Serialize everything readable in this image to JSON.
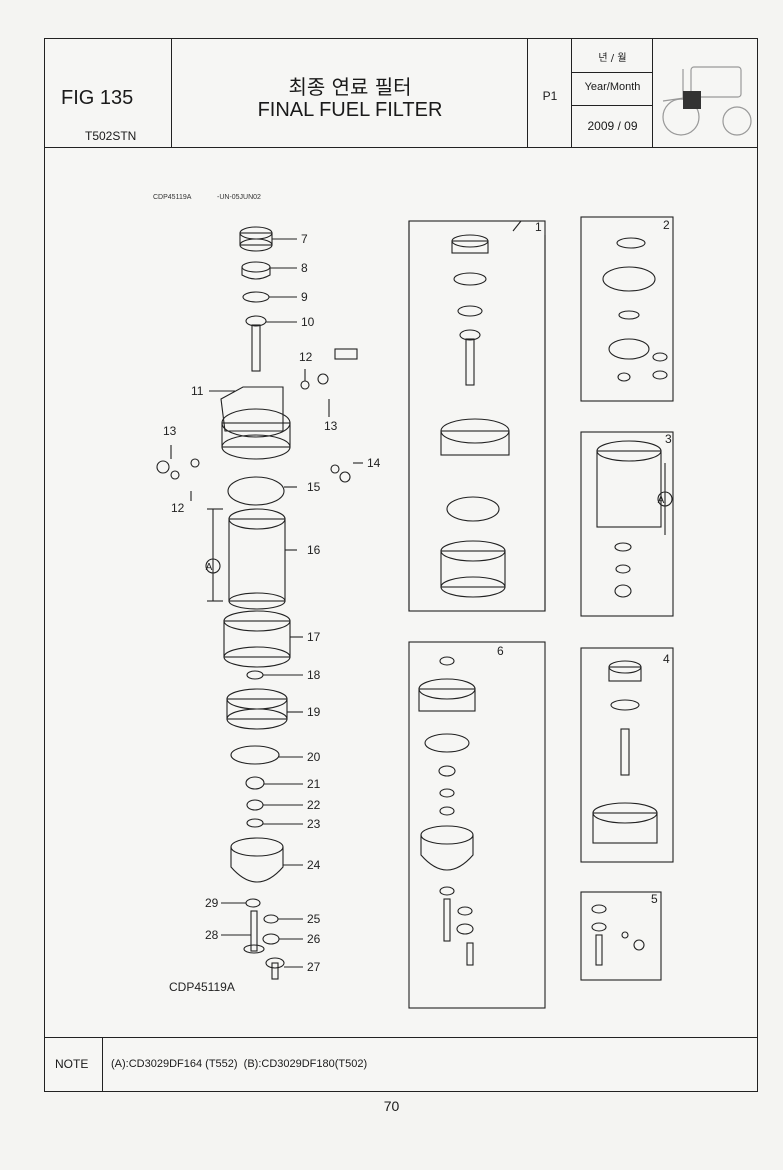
{
  "header": {
    "fig": "FIG 135",
    "model": "T502STN",
    "title_ko": "최종 연료 필터",
    "title_en": "FINAL FUEL FILTER",
    "page": "P1",
    "date_label_ko": "년 / 월",
    "date_label_en": "Year/Month",
    "date_value": "2009 / 09"
  },
  "drawing": {
    "code_top": "CDP45119A",
    "code_top_suffix": "-UN-05JUN02",
    "code_bottom": "CDP45119A",
    "dimension_label": "A",
    "callouts": [
      "7",
      "8",
      "9",
      "10",
      "11",
      "12",
      "12",
      "13",
      "13",
      "14",
      "15",
      "16",
      "17",
      "18",
      "19",
      "20",
      "21",
      "22",
      "23",
      "24",
      "25",
      "26",
      "27",
      "28",
      "29"
    ],
    "group_labels": [
      "1",
      "2",
      "3",
      "4",
      "5",
      "6"
    ]
  },
  "note": {
    "label": "NOTE",
    "text": "(A):CD3029DF164 (T552)  (B):CD3029DF180(T502)"
  },
  "page_number": "70"
}
